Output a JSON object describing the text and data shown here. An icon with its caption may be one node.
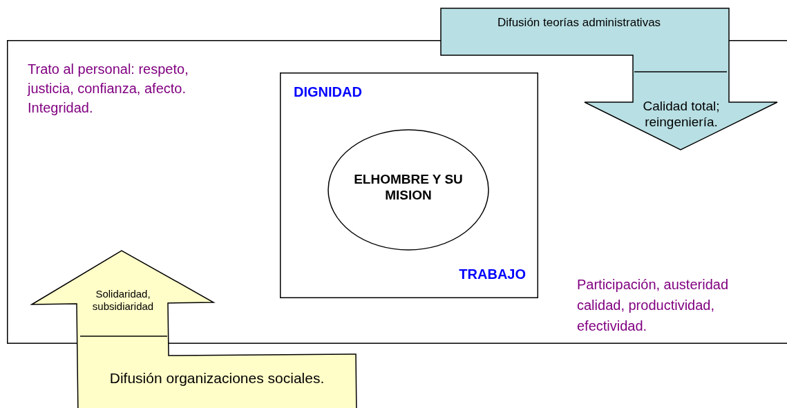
{
  "diagram": {
    "nodes": [
      {
        "text": [],
        "shape": "box"
      },
      {
        "text": [
          "DIGNIDAD",
          "TRABAJO"
        ],
        "in": 0
      },
      {
        "text": [
          "ELHOMBRE Y SU MISION"
        ],
        "in": 1
      },
      {
        "text": [
          "Difusión teorías administrativas",
          "Calidad total; reingeniería."
        ]
      },
      {
        "text": [
          "Solidaridad, subsidiaridad",
          "Difusión organizaciones sociales."
        ]
      }
    ],
    "labels": [
      "Trato al personal: respeto, justicia, confianza, afecto. Integridad.",
      "Participación, austeridad calidad, productividad, efectividad."
    ]
  }
}
